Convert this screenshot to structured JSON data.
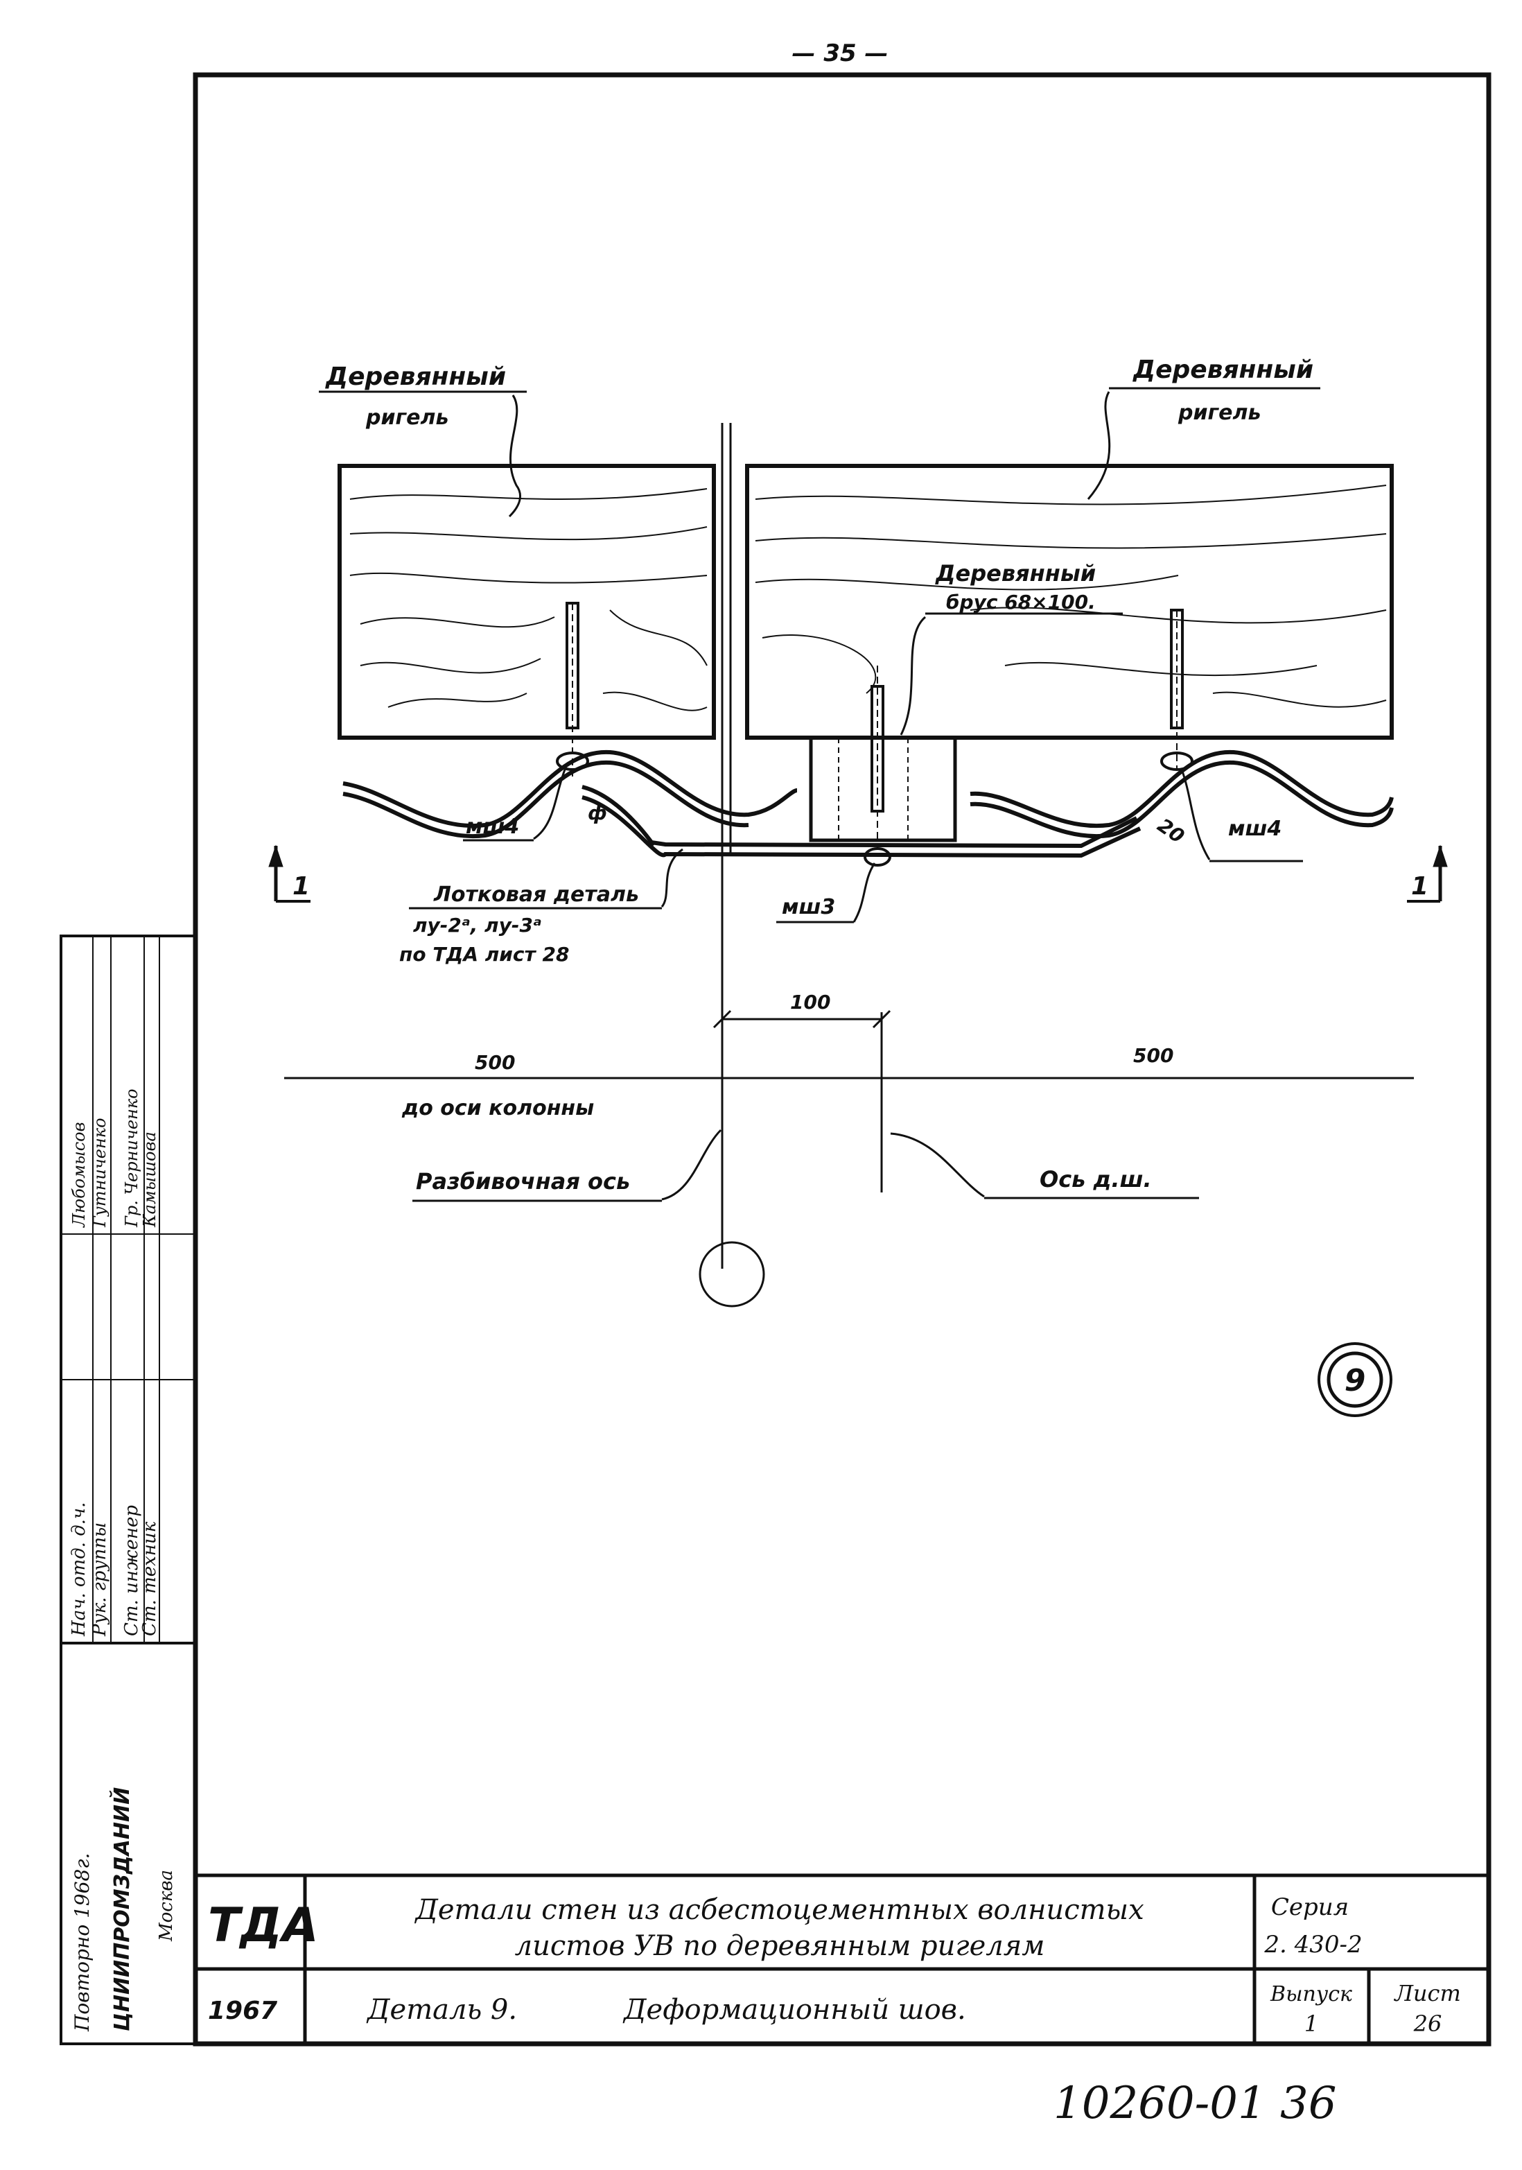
{
  "page_number": "— 35 —",
  "labels": {
    "rigel_left": [
      "Деревянный",
      "ригель"
    ],
    "rigel_right": [
      "Деревянный",
      "ригель"
    ],
    "brus": [
      "Деревянный",
      "брус 68×100."
    ],
    "msh4_left": "мш4",
    "msh4_right": "мш4",
    "phi": "ф",
    "dim_20": "20",
    "msh3": "мш3",
    "section_left": "1",
    "section_right": "1",
    "lotok": [
      "Лотковая деталь",
      "лу-2ᵃ, лу-3ᵃ",
      "по ТДА лист 28"
    ],
    "dim_100": "100",
    "dim_500_left": "500",
    "dim_500_right": "500",
    "to_column": "до оси колонны",
    "razbiv_axis": "Разбивочная ось",
    "axis_dsh": "Ось д.ш.",
    "detail_mark": "9"
  },
  "side_stamp": {
    "roles": [
      "Нач. отд. д.ч.",
      "Рук. группы",
      "Ст. инженер",
      "Ст. техник"
    ],
    "names": [
      "Любомысов",
      "Гутниченко",
      "Гр. Черниченко",
      "Камышова"
    ],
    "org": [
      "Повторно 1968г.",
      "ЦНИИПРОМЗДАНИЙ",
      "Москва"
    ]
  },
  "title_block": {
    "logo": "ТДА",
    "year": "1967",
    "title_line1": "Детали стен из асбестоцементных волнистых",
    "title_line2": "листов УВ по деревянным ригелям",
    "detail_text": "Деталь 9.",
    "detail_name": "Деформационный шов.",
    "series_label": "Серия",
    "series_value": "2. 430-2",
    "issue_label": "Выпуск",
    "issue_value": "1",
    "sheet_label": "Лист",
    "sheet_value": "26"
  },
  "archive_number": "10260-01 36"
}
